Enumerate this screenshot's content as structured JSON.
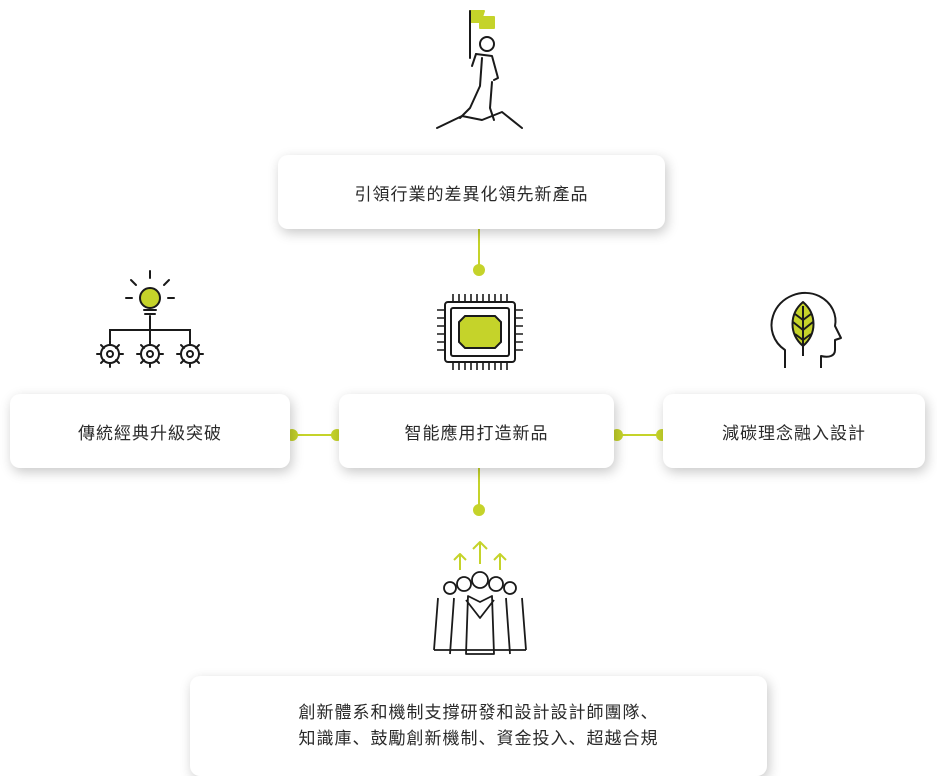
{
  "colors": {
    "accent": "#c5d32a",
    "stroke": "#1a1a1a"
  },
  "nodes": {
    "top": {
      "text": "引領行業的差異化領先新產品",
      "icon": "summit-flag-icon"
    },
    "left": {
      "text": "傳統經典升級突破",
      "icon": "lightbulb-gears-icon"
    },
    "center": {
      "text": "智能應用打造新品",
      "icon": "microchip-icon"
    },
    "right": {
      "text": "減碳理念融入設計",
      "icon": "head-leaf-icon"
    },
    "bottom": {
      "line1": "創新體系和機制支撐研發和設計設計師團隊、",
      "line2": "知識庫、鼓勵創新機制、資金投入、超越合規",
      "icon": "team-growth-icon"
    }
  }
}
